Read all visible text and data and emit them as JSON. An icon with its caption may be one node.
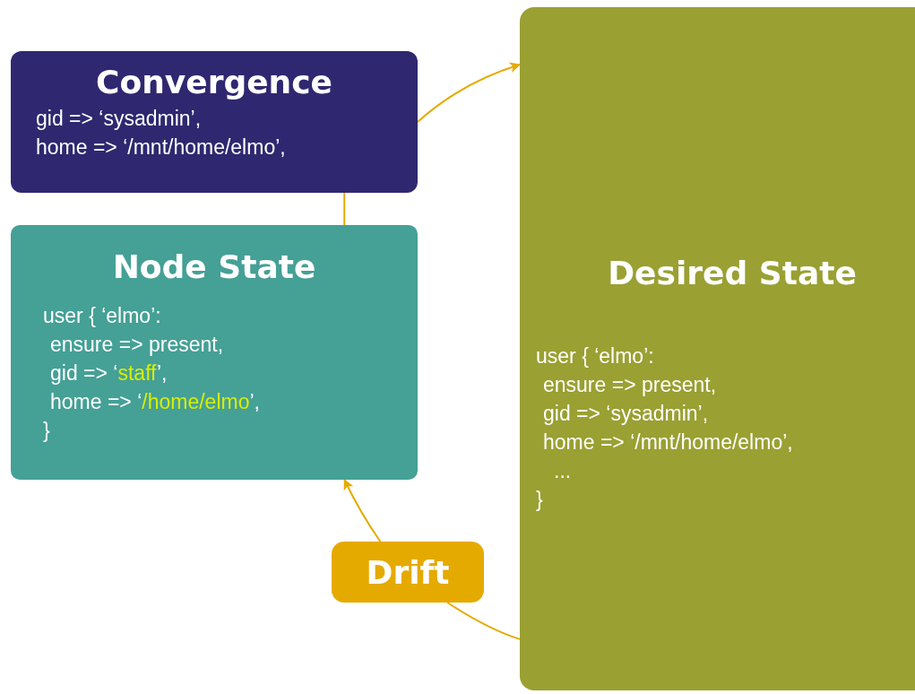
{
  "diagram": {
    "nodes": [
      {
        "text": [
          "Convergence",
          "gid => ‘sysadmin’,",
          "home => ‘/mnt/home/elmo’,"
        ]
      },
      {
        "text": [
          "Node State",
          "user { ‘elmo’:",
          "ensure => present,",
          "gid => ‘**staff**’,",
          "home => ‘**/home/elmo**’,",
          "}"
        ]
      },
      {
        "text": [
          "Desired State",
          "user { ‘elmo’:",
          "ensure => present,",
          "gid => ‘sysadmin’,",
          "home => ‘/mnt/home/elmo’,",
          "...",
          "}"
        ]
      },
      {
        "text": [
          "Drift"
        ]
      }
    ],
    "edges": [
      {
        "from": 1,
        "to": 0,
        "arrow": "none"
      },
      {
        "from": 0,
        "to": 2,
        "arrow": "to"
      },
      {
        "from": 2,
        "to": 3,
        "arrow": "none"
      },
      {
        "from": 3,
        "to": 1,
        "arrow": "to"
      }
    ]
  }
}
